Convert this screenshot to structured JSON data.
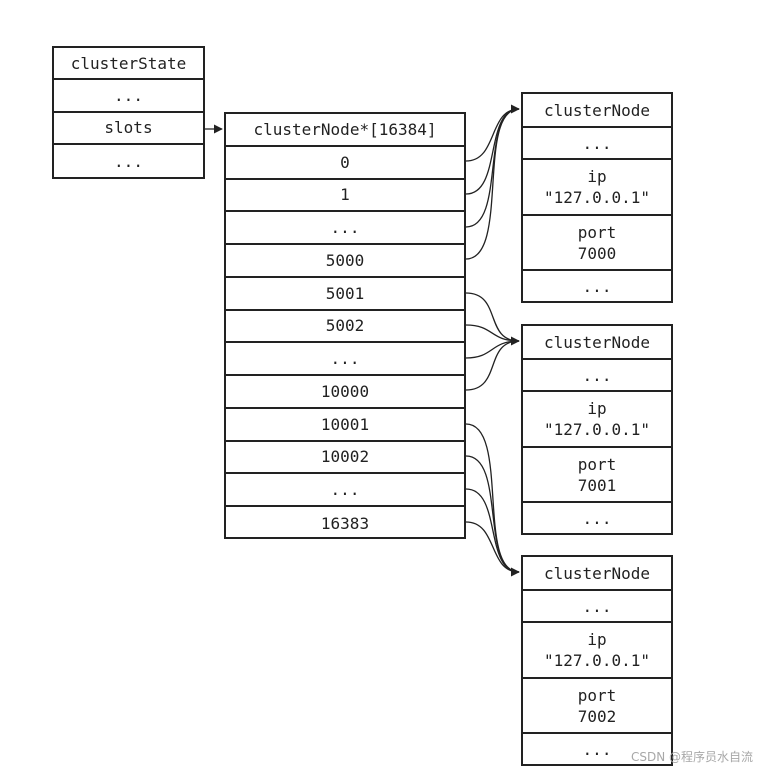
{
  "cluster_state": {
    "rows": [
      "clusterState",
      "...",
      "slots",
      "..."
    ]
  },
  "slots_array": {
    "header": "clusterNode*[16384]",
    "rows": [
      "0",
      "1",
      "...",
      "5000",
      "5001",
      "5002",
      "...",
      "10000",
      "10001",
      "10002",
      "...",
      "16383"
    ]
  },
  "nodes": [
    {
      "title": "clusterNode",
      "dots": "...",
      "ip_label": "ip",
      "ip_value": "\"127.0.0.1\"",
      "port_label": "port",
      "port_value": "7000",
      "tail": "..."
    },
    {
      "title": "clusterNode",
      "dots": "...",
      "ip_label": "ip",
      "ip_value": "\"127.0.0.1\"",
      "port_label": "port",
      "port_value": "7001",
      "tail": "..."
    },
    {
      "title": "clusterNode",
      "dots": "...",
      "ip_label": "ip",
      "ip_value": "\"127.0.0.1\"",
      "port_label": "port",
      "port_value": "7002",
      "tail": "..."
    }
  ],
  "watermark": "CSDN @程序员水自流",
  "colors": {
    "line": "#222222",
    "background": "#ffffff",
    "watermark": "#a8a8a8"
  }
}
